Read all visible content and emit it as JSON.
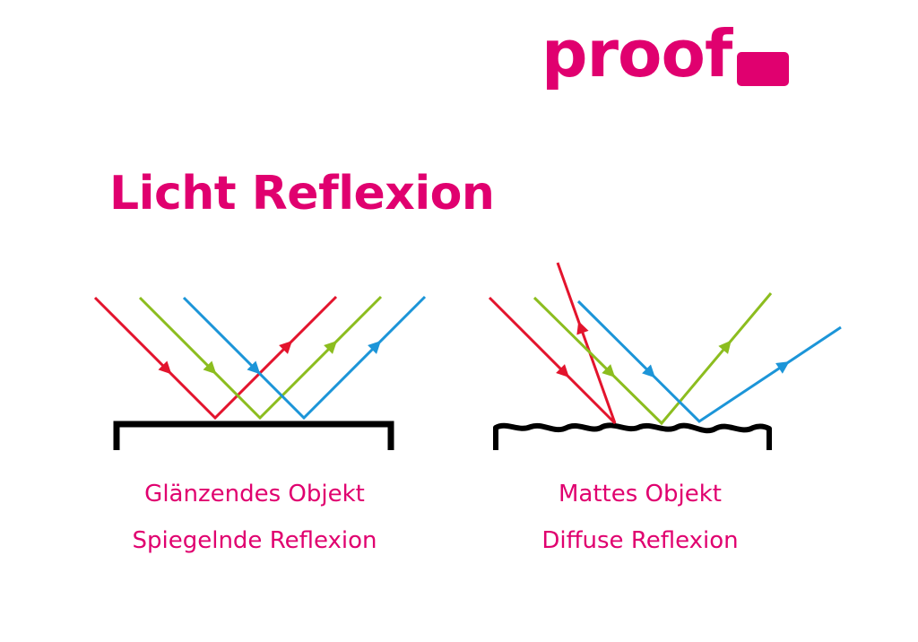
{
  "brand": {
    "logo_text": "proof",
    "color": "#e0006f"
  },
  "page_title": "Licht Reflexion",
  "colors": {
    "ray_red": "#e3142d",
    "ray_green": "#8cbd1f",
    "ray_blue": "#1c95d8",
    "surface": "#000000"
  },
  "panels": [
    {
      "id": "glossy",
      "caption_line1": "Glänzendes Objekt",
      "caption_line2": "Spiegelnde Reflexion"
    },
    {
      "id": "matte",
      "caption_line1": "Mattes Objekt",
      "caption_line2": "Diffuse Reflexion"
    }
  ]
}
